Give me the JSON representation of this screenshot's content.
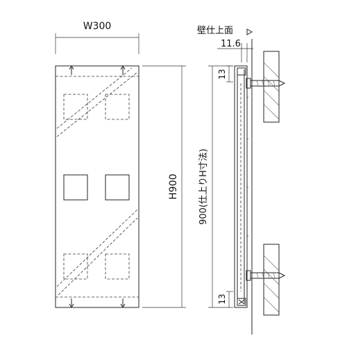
{
  "front_view": {
    "width_label": "W300",
    "height_label": "H900"
  },
  "side_view": {
    "wall_label": "壁仕上面",
    "offset_label": "11.6",
    "height_label": "900(仕上りH寸法)",
    "top_margin_label": "13",
    "bottom_margin_label": "13"
  }
}
